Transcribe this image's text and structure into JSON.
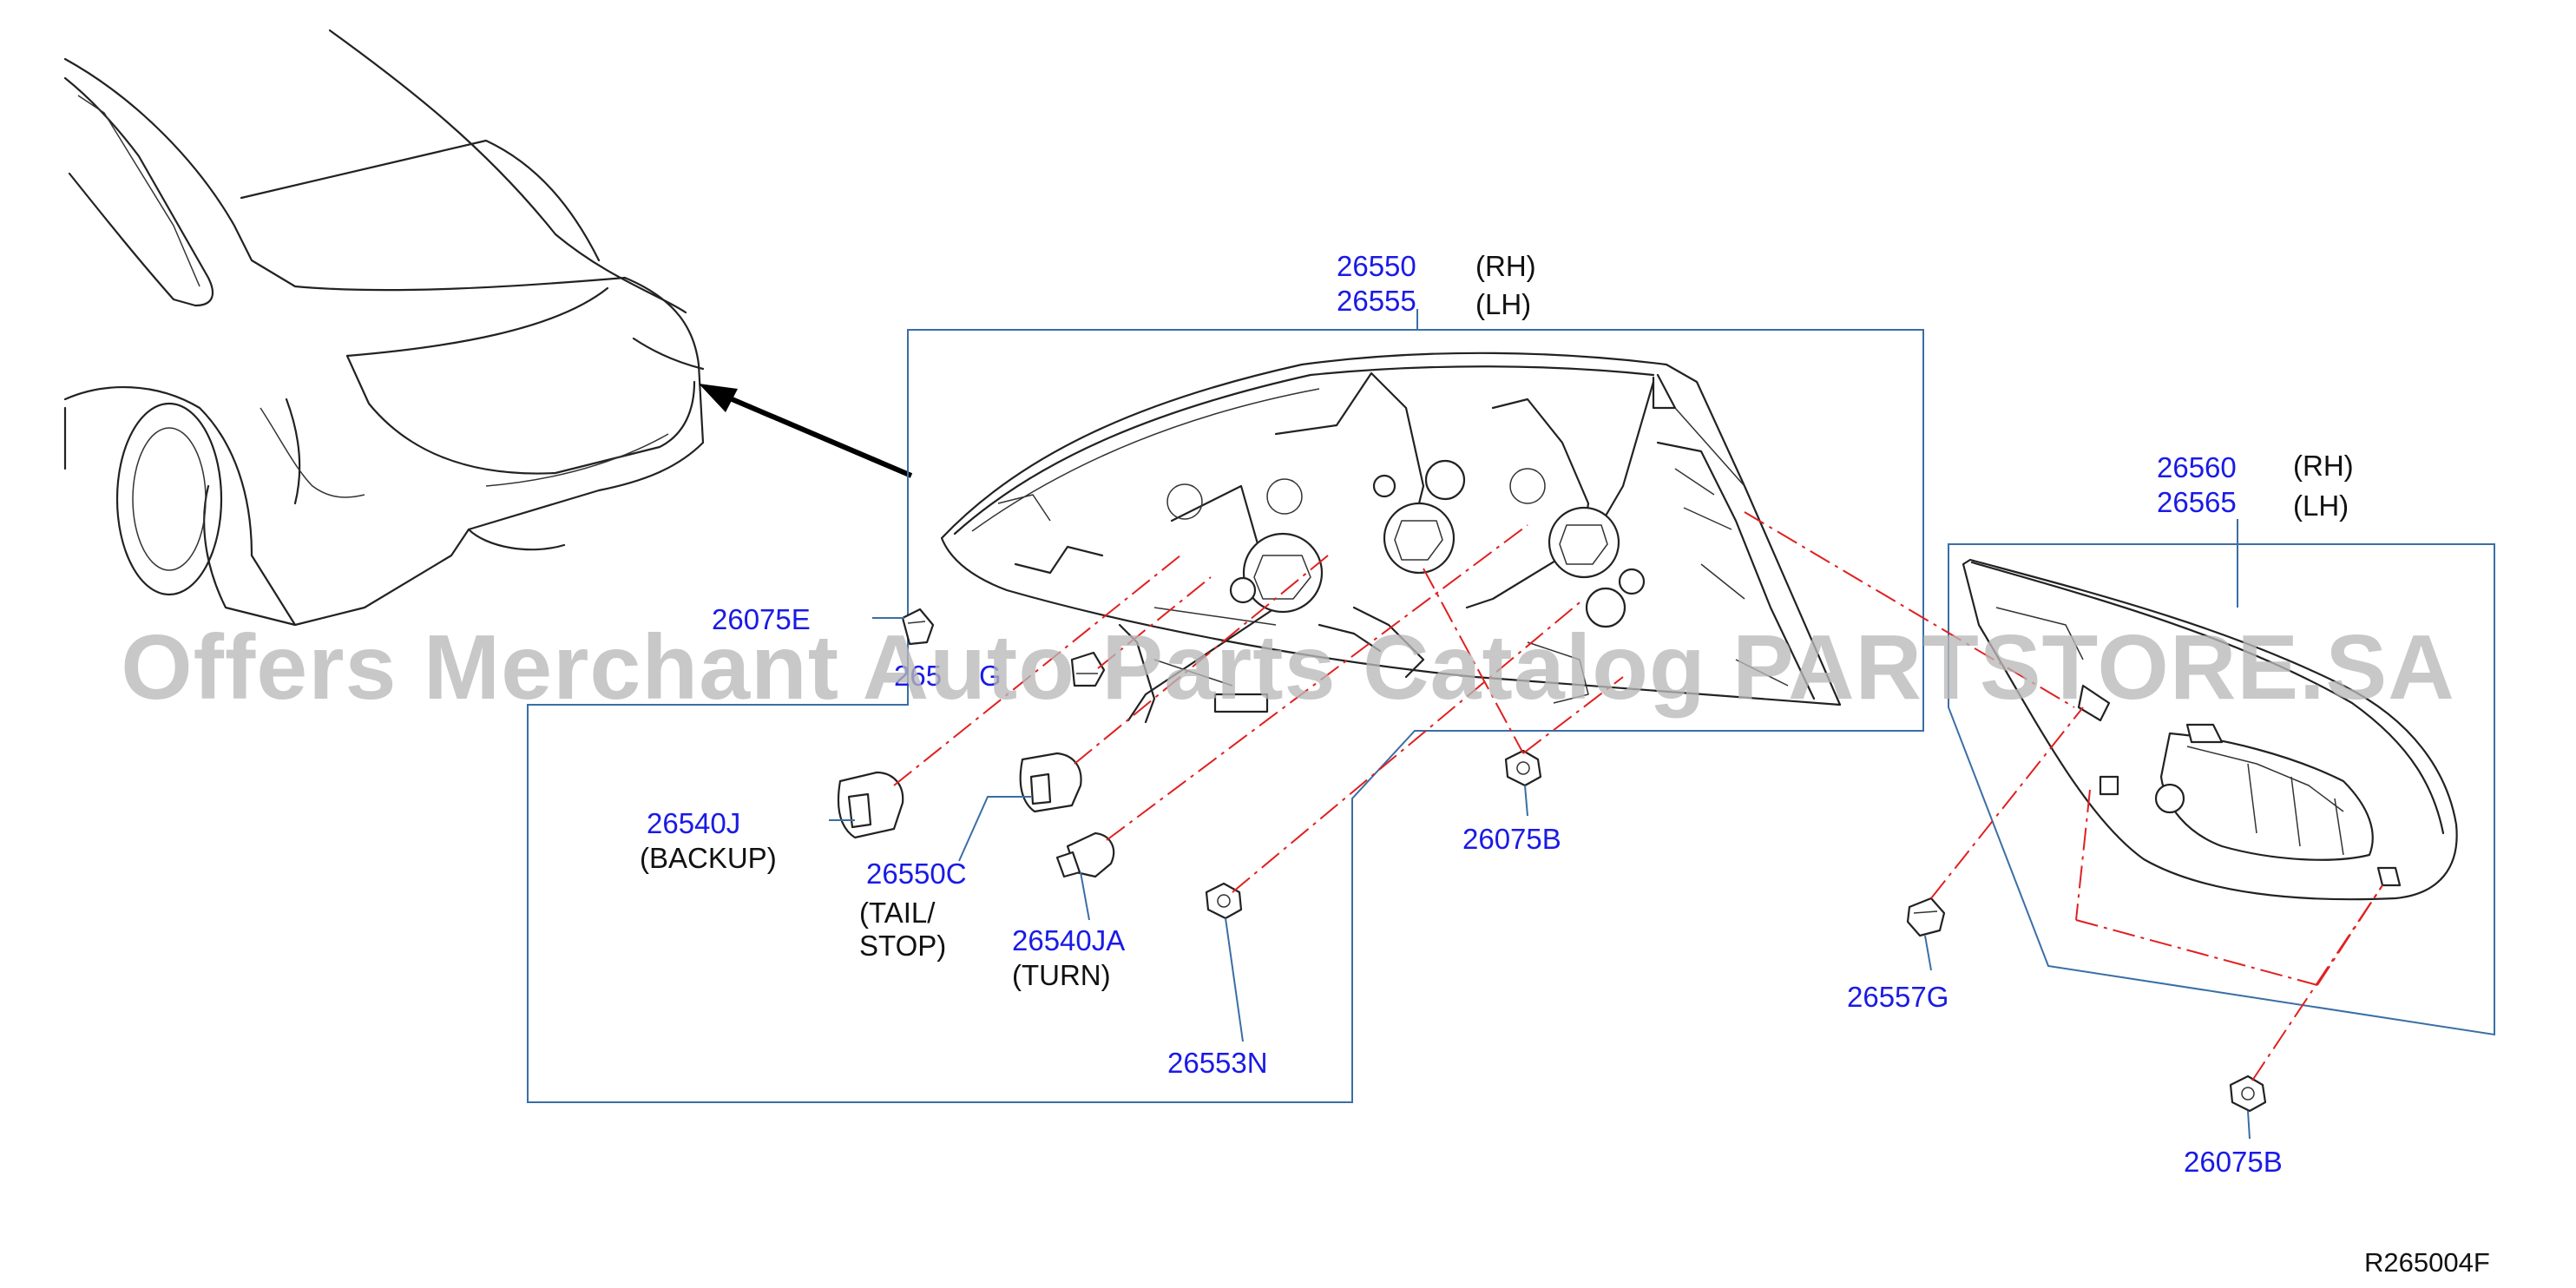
{
  "parts": {
    "p26550": "26550",
    "p26550_side": "(RH)",
    "p26555": "26555",
    "p26555_side": "(LH)",
    "p26560": "26560",
    "p26560_side": "(RH)",
    "p26565": "26565",
    "p26565_side": "(LH)",
    "p26075E": "26075E",
    "p2655xG": "265",
    "p2655xG_tail": "G",
    "p26540J": "26540J",
    "p26540J_desc": "(BACKUP)",
    "p26550C": "26550C",
    "p26550C_desc1": "(TAIL/",
    "p26550C_desc2": "STOP)",
    "p26540JA": "26540JA",
    "p26540JA_desc": "(TURN)",
    "p26553N": "26553N",
    "p26075B_center": "26075B",
    "p26557G": "26557G",
    "p26075B_right": "26075B"
  },
  "reference_code": "R265004F",
  "watermark": "Offers Merchant Auto Parts Catalog PARTSTORE.SA",
  "colors": {
    "part_number": "#1a1ae6",
    "leader": "#3a6ea5",
    "dash_line": "#e02020",
    "outline": "#222222",
    "watermark": "#b9b9b9"
  }
}
